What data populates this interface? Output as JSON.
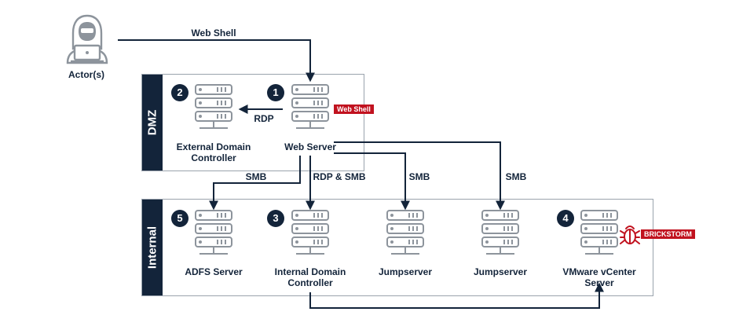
{
  "actor": {
    "label": "Actor(s)"
  },
  "zones": {
    "dmz": "DMZ",
    "internal": "Internal"
  },
  "nodes": {
    "web_server": {
      "label": "Web Server",
      "step": "1"
    },
    "external_dc": {
      "label": "External Domain Controller",
      "step": "2"
    },
    "internal_dc": {
      "label": "Internal Domain Controller",
      "step": "3"
    },
    "vcenter": {
      "label": "VMware vCenter Server",
      "step": "4"
    },
    "adfs": {
      "label": "ADFS Server",
      "step": "5"
    },
    "jumpserver_a": {
      "label": "Jumpserver"
    },
    "jumpserver_b": {
      "label": "Jumpserver"
    }
  },
  "edges": {
    "actor_to_web": "Web Shell",
    "web_to_external_dc": "RDP",
    "web_to_adfs": "SMB",
    "web_to_internal_dc": "RDP & SMB",
    "web_to_jumpserver_a": "SMB",
    "web_to_jumpserver_b": "SMB"
  },
  "tags": {
    "web_shell": "Web Shell",
    "brickstorm": "BRICKSTORM"
  },
  "icons": {
    "actor": "hacker-laptop-icon",
    "server": "server-rack-icon",
    "malware": "bug-icon"
  },
  "colors": {
    "navy": "#13243a",
    "red": "#c1121f",
    "icon_gray": "#8d949c",
    "border": "#9aa3ad"
  }
}
